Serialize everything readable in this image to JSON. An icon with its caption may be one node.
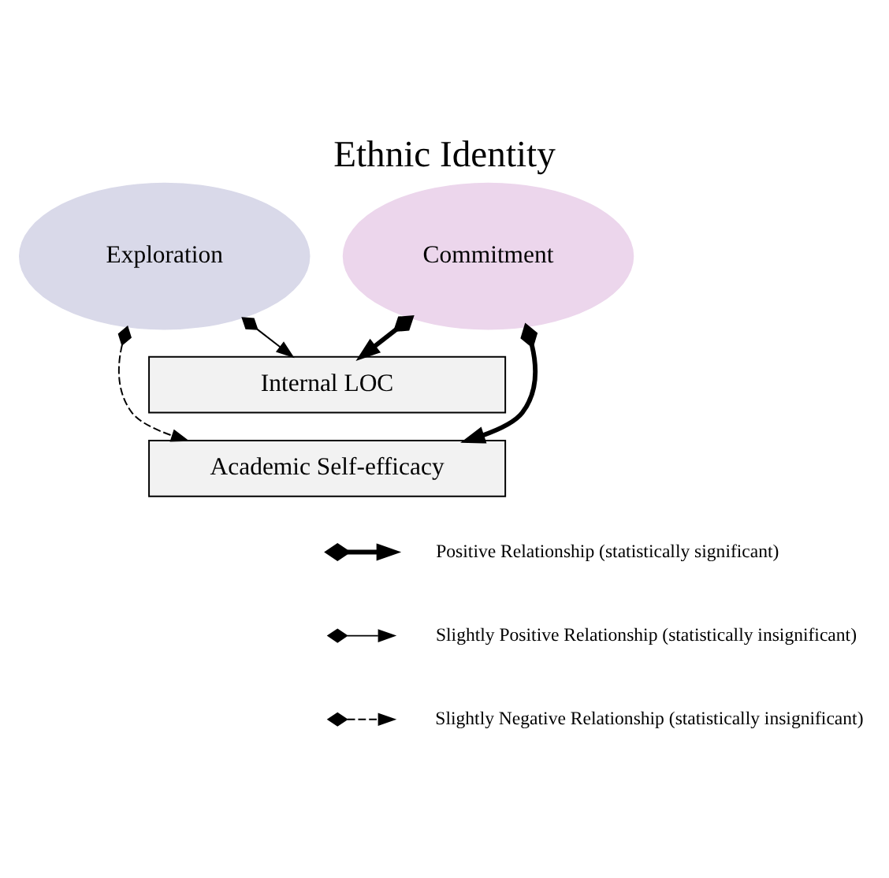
{
  "diagram": {
    "title": "Ethnic Identity",
    "nodes": [
      {
        "text": [
          "Exploration"
        ]
      },
      {
        "text": [
          "Commitment"
        ]
      },
      {
        "text": [
          "Internal LOC"
        ]
      },
      {
        "text": [
          "Academic Self-efficacy"
        ]
      }
    ],
    "edges": [
      {
        "from": 0,
        "to": 2,
        "arrow": "to"
      },
      {
        "from": 0,
        "to": 3,
        "arrow": "to",
        "style": "dashed"
      },
      {
        "from": 1,
        "to": 2,
        "arrow": "to",
        "style": "thick"
      },
      {
        "from": 1,
        "to": 3,
        "arrow": "to",
        "style": "thick"
      }
    ],
    "legend": [
      {
        "text": "Positive Relationship (statistically significant)"
      },
      {
        "text": "Slightly Positive Relationship (statistically insignificant)"
      },
      {
        "text": "Slightly Negative Relationship (statistically insignificant)"
      }
    ]
  }
}
